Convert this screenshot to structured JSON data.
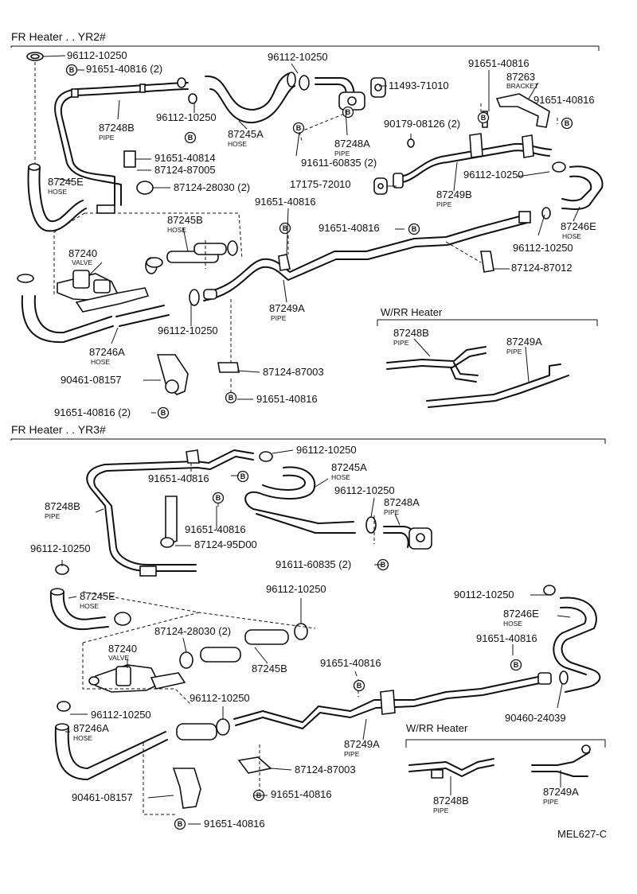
{
  "sections": {
    "yr2": {
      "title": "FR Heater . . YR2#"
    },
    "yr3": {
      "title": "FR Heater . . YR3#"
    },
    "rr_heater_1": {
      "title": "W/RR Heater"
    },
    "rr_heater_2": {
      "title": "W/RR Heater"
    }
  },
  "markers": {
    "b": "B"
  },
  "labels": {
    "yr2": {
      "l1": "96112-10250",
      "l2": "91651-40816 (2)",
      "l3": "96112-10250",
      "l4": "11493-71010",
      "l5": "91651-40816",
      "l6a": "87263",
      "l6b": "BRACKET",
      "l7": "91651-40816",
      "l8a": "87248B",
      "l8b": "PIPE",
      "l9": "96112-10250",
      "l10a": "87245A",
      "l10b": "HOSE",
      "l11": "90179-08126 (2)",
      "l12a": "87248A",
      "l12b": "PIPE",
      "l13": "91611-60835 (2)",
      "l14": "91651-40814",
      "l15": "87124-87005",
      "l16": "17175-72010",
      "l17": "96112-10250",
      "l18a": "87245E",
      "l18b": "HOSE",
      "l19": "87124-28030 (2)",
      "l20a": "87249B",
      "l20b": "PIPE",
      "l21": "91651-40816",
      "l22a": "87245B",
      "l22b": "HOSE",
      "l23": "91651-40816",
      "l24a": "87246E",
      "l24b": "HOSE",
      "l25a": "87240",
      "l25b": "VALVE",
      "l26": "96112-10250",
      "l27": "87124-87012",
      "l28a": "87249A",
      "l28b": "PIPE",
      "l29": "96112-10250",
      "l30a": "87246A",
      "l30b": "HOSE",
      "l31": "90461-08157",
      "l32": "87124-87003",
      "l33": "91651-40816",
      "l34": "91651-40816 (2)",
      "rr1a": "87248B",
      "rr1b": "PIPE",
      "rr2a": "87249A",
      "rr2b": "PIPE"
    },
    "yr3": {
      "m1": "96112-10250",
      "m2": "91651-40816",
      "m3a": "87245A",
      "m3b": "HOSE",
      "m4a": "87248B",
      "m4b": "PIPE",
      "m5": "96112-10250",
      "m6a": "87248A",
      "m6b": "PIPE",
      "m7": "91651-40816",
      "m8": "87124-95D00",
      "m9": "91611-60835 (2)",
      "m10": "96112-10250",
      "m11": "96112-10250",
      "m12a": "87245E",
      "m12b": "HOSE",
      "m13": "90112-10250",
      "m14a": "87246E",
      "m14b": "HOSE",
      "m15": "87124-28030 (2)",
      "m16a": "87240",
      "m16b": "VALVE",
      "m17": "87245B",
      "m18": "91651-40816",
      "m19": "91651-40816",
      "m20": "96112-10250",
      "m21": "96112-10250",
      "m22": "90460-24039",
      "m23a": "87246A",
      "m23b": "HOSE",
      "m24a": "87249A",
      "m24b": "PIPE",
      "m25": "87124-87003",
      "m26": "90461-08157",
      "m27": "91651-40816",
      "m28": "91651-40816",
      "rr1a": "87248B",
      "rr1b": "PIPE",
      "rr2a": "87249A",
      "rr2b": "PIPE"
    }
  },
  "footer": {
    "code": "MEL627-C"
  }
}
